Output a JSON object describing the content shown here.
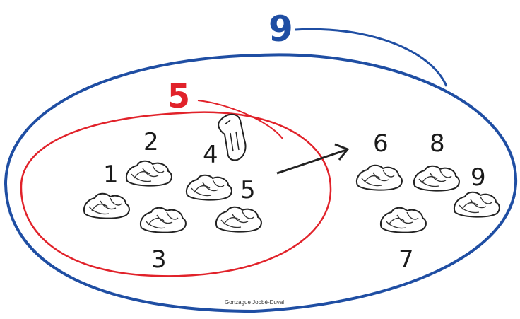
{
  "outer_set": {
    "label": "9",
    "color": "#1f4ea3"
  },
  "inner_set": {
    "label": "5",
    "color": "#e1222a"
  },
  "inside_numbers": [
    "1",
    "2",
    "3",
    "4",
    "5"
  ],
  "outside_numbers": [
    "6",
    "7",
    "8",
    "9"
  ],
  "credit": "Gonzague Jobbé-Duval",
  "icons": {
    "pointer": "pointing-hand-icon",
    "stone": "pebble-icon",
    "arrow": "arrow-right-icon"
  }
}
